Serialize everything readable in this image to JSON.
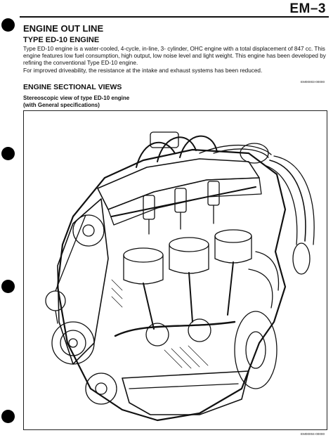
{
  "header": {
    "page_code": "EM–3"
  },
  "section": {
    "title": "ENGINE OUT LINE",
    "subtitle": "TYPE ED-10 ENGINE",
    "paragraph_1": "Type ED-10 engine is a water-cooled, 4-cycle, in-line, 3- cylinder, OHC engine with a total displacement of 847 cc. This engine features low fuel consumption, high output, low noise level and light weight. This engine has been developed by refining the conventional Type ED-10 engine.",
    "paragraph_2": "For improved driveability, the resistance at the intake and exhaust systems has been reduced.",
    "ref_code": "EM00003-00000"
  },
  "views": {
    "title": "ENGINE SECTIONAL VIEWS",
    "caption_line1": "Stereoscopic view of type ED-10 engine",
    "caption_line2": "(with General specifications)",
    "figure_code": "EM00004-00000"
  }
}
